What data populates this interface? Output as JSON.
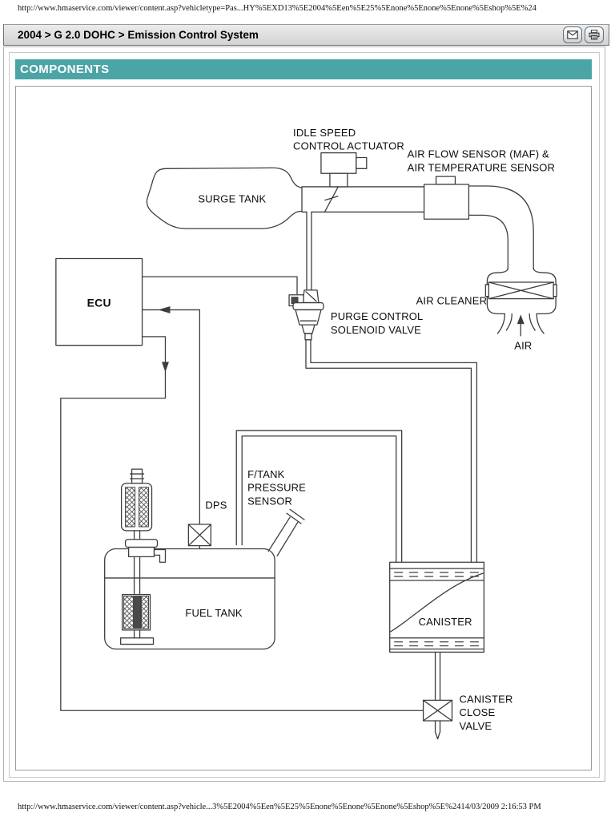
{
  "browser": {
    "top_url": "http://www.hmaservice.com/viewer/content.asp?vehicletype=Pas...HY%5EXD13%5E2004%5Een%5E25%5Enone%5Enone%5Enone%5Eshop%5E%24",
    "footer_url": "http://www.hmaservice.com/viewer/content.asp?vehicle...3%5E2004%5Een%5E25%5Enone%5Enone%5Enone%5Eshop%5E%24",
    "footer_timestamp": "14/03/2009 2:16:53 PM"
  },
  "title_bar": {
    "breadcrumb": "2004 > G 2.0 DOHC > Emission Control System",
    "icons": [
      "envelope-icon",
      "printer-icon"
    ]
  },
  "section": {
    "header": "COMPONENTS"
  },
  "colors": {
    "header_teal": "#4BA4A6",
    "titlebar_gray": "#D9D9D9",
    "diagram_line": "#3D3D3D"
  },
  "diagram": {
    "labels": {
      "idle_speed_1": "IDLE SPEED",
      "idle_speed_2": "CONTROL ACTUATOR",
      "maf_1": "AIR FLOW SENSOR (MAF) &",
      "maf_2": "AIR TEMPERATURE SENSOR",
      "surge_tank": "SURGE TANK",
      "ecu": "ECU",
      "purge_1": "PURGE CONTROL",
      "purge_2": "SOLENOID VALVE",
      "air_cleaner": "AIR CLEANER",
      "air": "AIR",
      "dps": "DPS",
      "ftank_1": "F/TANK",
      "ftank_2": "PRESSURE",
      "ftank_3": "SENSOR",
      "fuel_tank": "FUEL TANK",
      "canister": "CANISTER",
      "ccv_1": "CANISTER",
      "ccv_2": "CLOSE",
      "ccv_3": "VALVE"
    }
  }
}
